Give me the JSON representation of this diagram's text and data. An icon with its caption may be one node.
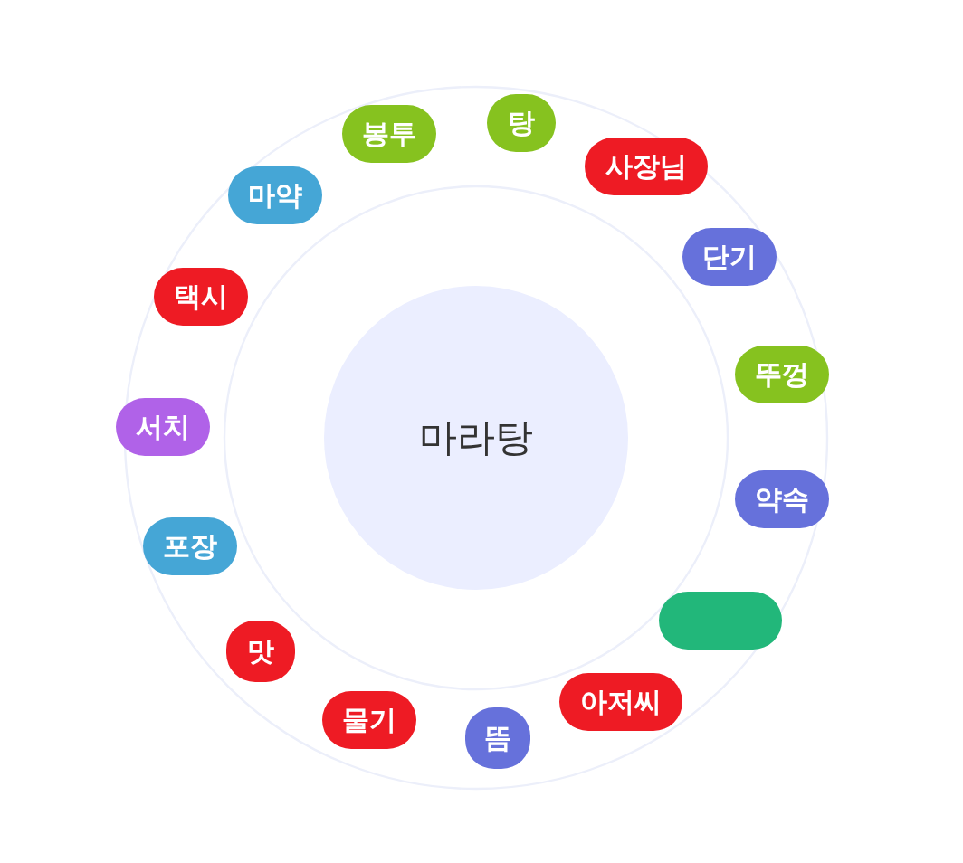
{
  "diagram": {
    "nodes": [
      {
        "text": [
          "마라탕"
        ]
      },
      {
        "text": [
          "탕"
        ]
      },
      {
        "text": [
          "사장님"
        ]
      },
      {
        "text": [
          "단기"
        ]
      },
      {
        "text": [
          "뚜껑"
        ]
      },
      {
        "text": [
          "약속"
        ]
      },
      {
        "text": [],
        "shape": "box"
      },
      {
        "text": [
          "아저씨"
        ]
      },
      {
        "text": [
          "뜸"
        ]
      },
      {
        "text": [
          "물기"
        ]
      },
      {
        "text": [
          "맛"
        ]
      },
      {
        "text": [
          "포장"
        ]
      },
      {
        "text": [
          "서치"
        ]
      },
      {
        "text": [
          "택시"
        ]
      },
      {
        "text": [
          "마약"
        ]
      },
      {
        "text": [
          "봉투"
        ]
      }
    ],
    "edges": []
  }
}
